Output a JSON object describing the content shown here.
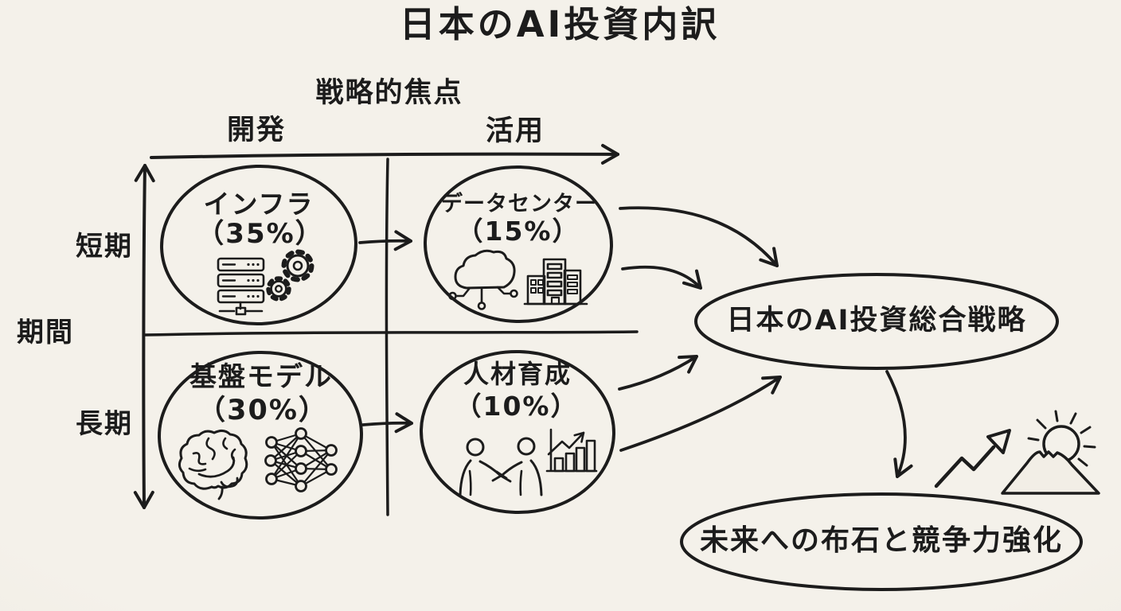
{
  "title": "日本のAI投資内訳",
  "matrix": {
    "x_axis": {
      "title": "戦略的焦点",
      "left": "開発",
      "right": "活用"
    },
    "y_axis": {
      "title": "期間",
      "top": "短期",
      "bottom": "長期"
    },
    "quadrants": [
      {
        "id": "infrastructure",
        "label": "インフラ",
        "share": "（35%）",
        "icons": [
          "server-rack-icon",
          "gears-icon"
        ]
      },
      {
        "id": "data-center",
        "label": "データセンター",
        "share": "（15%）",
        "icons": [
          "cloud-network-icon",
          "buildings-icon"
        ]
      },
      {
        "id": "foundation-model",
        "label": "基盤モデル",
        "share": "（30%）",
        "icons": [
          "brain-icon",
          "neural-network-icon"
        ]
      },
      {
        "id": "talent-development",
        "label": "人材育成",
        "share": "（10%）",
        "icons": [
          "handshake-icon",
          "growth-chart-icon"
        ]
      }
    ]
  },
  "results": {
    "strategy": "日本のAI投資総合戦略",
    "future": "未来への布石と競争力強化"
  },
  "decorations": [
    "trending-up-arrow-icon",
    "mount-fuji-sun-icon"
  ],
  "colors": {
    "background": "#f2eee6",
    "ink": "#1c1c1c"
  }
}
